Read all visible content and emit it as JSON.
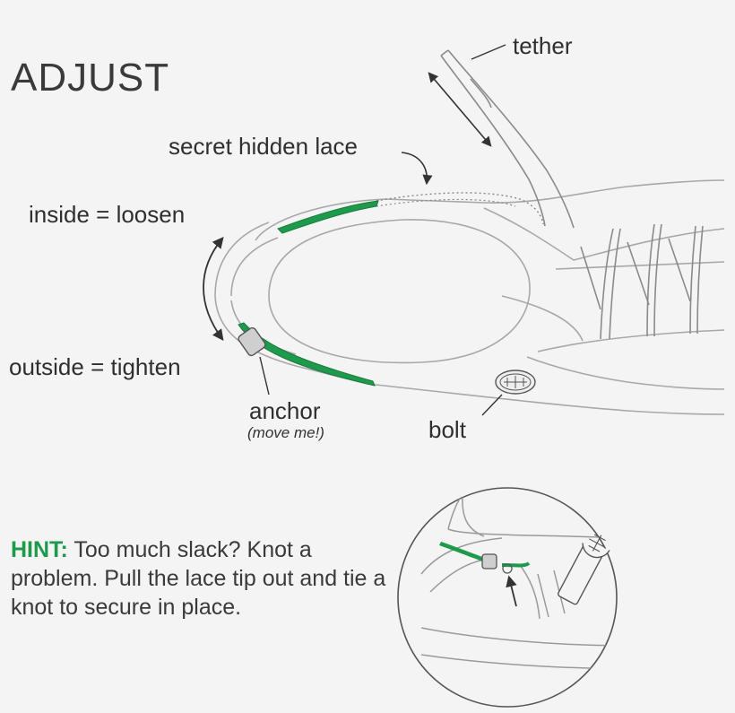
{
  "title": "ADJUST",
  "labels": {
    "tether": "tether",
    "secret_hidden_lace": "secret hidden lace",
    "inside_loosen": "inside = loosen",
    "outside_tighten": "outside = tighten",
    "anchor": "anchor",
    "anchor_note": "(move me!)",
    "bolt": "bolt"
  },
  "hint": {
    "tag": "HINT:",
    "text": " Too much slack? Knot a problem. Pull the lace tip out and tie a knot to secure in place."
  },
  "colors": {
    "lace_green": "#1e9a4c",
    "outline": "#9a9a9a",
    "text": "#2f2f2f",
    "background": "#f4f4f4"
  }
}
